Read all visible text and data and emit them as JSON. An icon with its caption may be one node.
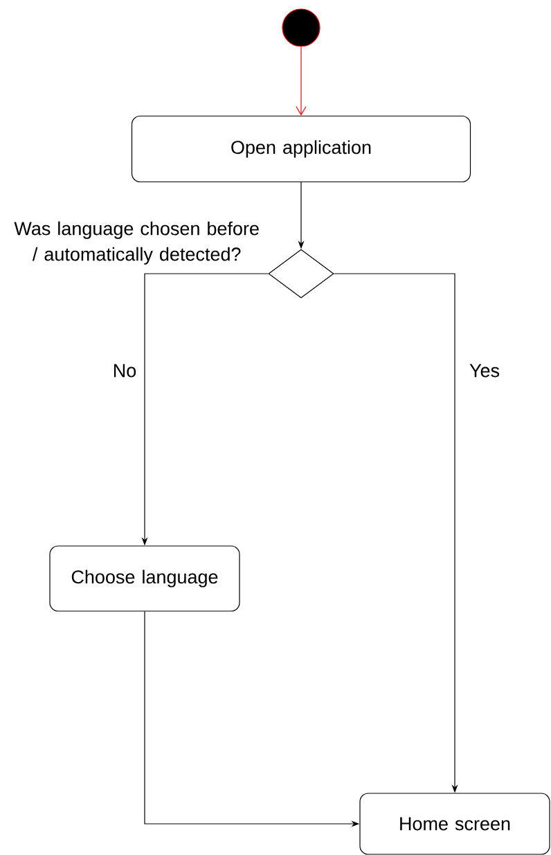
{
  "diagram": {
    "nodes": [
      {
        "text": [],
        "shape": "circle"
      },
      {
        "text": [
          "Open application"
        ]
      },
      {
        "text": [
          "Was language chosen before / automatically detected?"
        ]
      },
      {
        "text": [
          "Choose language"
        ]
      },
      {
        "text": [
          "Home screen"
        ]
      }
    ],
    "edges": [
      {
        "from": 0,
        "to": 1,
        "arrow": "to",
        "color": "#ff0000"
      },
      {
        "from": 1,
        "to": 2,
        "arrow": "to"
      },
      {
        "from": 2,
        "to": 3,
        "arrow": "to",
        "label": "No"
      },
      {
        "from": 2,
        "to": 4,
        "arrow": "to",
        "label": "Yes"
      },
      {
        "from": 3,
        "to": 4,
        "arrow": "to"
      }
    ]
  }
}
